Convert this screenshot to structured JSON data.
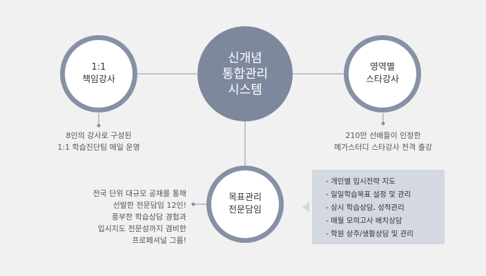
{
  "center": {
    "text": "신개념\n통합관리\n시스템"
  },
  "left_node": {
    "text": "1:1\n책임강사",
    "description": "8인의 강사로 구성된\n1:1 학습진단팀 매일 운영"
  },
  "right_node": {
    "text": "영역별\n스타강사",
    "description": "210만 선배들이 인정한\n메가스터디 스타강사 전격 출강"
  },
  "bottom_node": {
    "text": "목표관리\n전문담임",
    "description": "전국 단위 대규모 공채를 통해\n선발한 전문담임 12인!\n풍부한 학습상담 경험과\n입시지도 전문성까지 겸비한\n프로페셔널 그룹!"
  },
  "info_box": {
    "items": [
      "- 개인별 입시전략 지도",
      "- 일일학습목표 설정 및 관리",
      "- 상시 학습상담, 성적관리",
      "- 매월 모의고사 배치상담",
      "- 학원 상주/생활상담 및 관리"
    ]
  }
}
